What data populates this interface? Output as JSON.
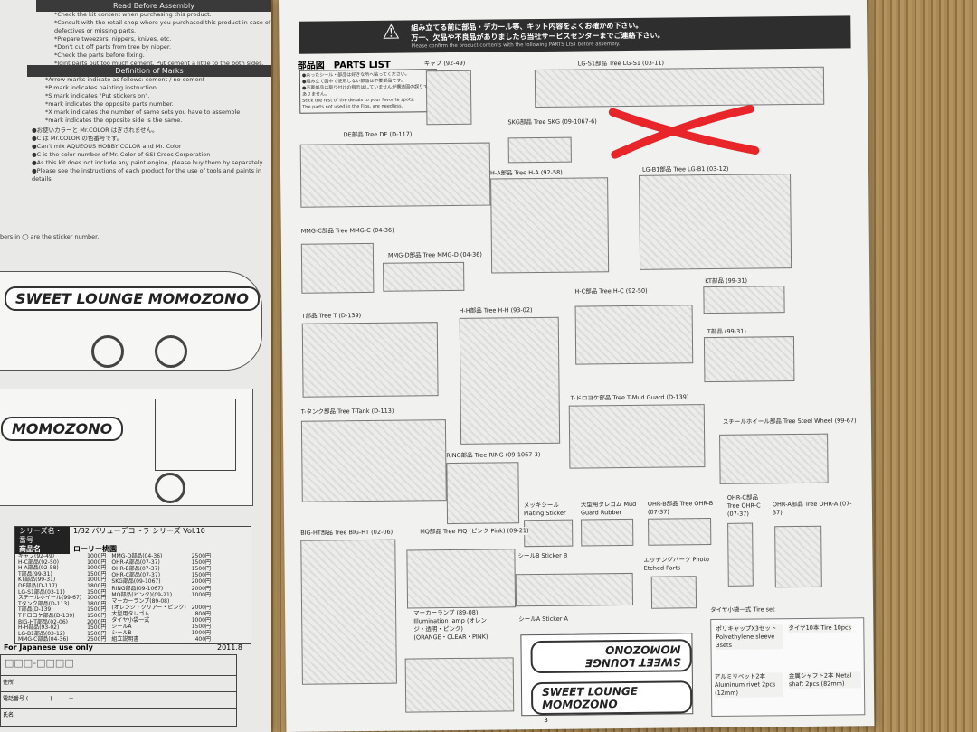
{
  "left_page": {
    "read_before": "Read Before Assembly",
    "read_lines": [
      "*Check the kit content when purchasing this product.",
      "*Consult with the retail shop where you purchased this product in case of defectives or missing parts.",
      "*Prepare tweezers, nippers, knives, etc.",
      "*Don't cut off parts from tree by nipper.",
      "*Check the parts before fixing.",
      "*Joint parts put too much cement. Put cement a little to the both sides."
    ],
    "definition": "Definition of Marks",
    "mark_lines": [
      "*Arrow marks indicate as follows: cement / no cement",
      "*P mark indicates painting instruction.",
      "*S mark indicates \"Put stickers on\".",
      "*mark indicates the opposite parts number.",
      "*X mark indicates the number of same sets you have to assemble",
      "*mark indicates the opposite side is the same."
    ],
    "color_lines": [
      "●お使いカラーと Mr.COLOR はぎざれません。",
      "●C は Mr.COLOR の色番号です。",
      "●Can't mix AQUEOUS HOBBY COLOR and Mr. Color",
      "●C is the color number of Mr. Color of GSI Creos Corporation",
      "●As this kit does not include any paint engine, please buy them by separately.",
      "●Please see the instructions of each product for the use of tools and paints in details."
    ],
    "sticker_note": "bers in ◯ are the sticker number.",
    "logo_text": "SWEET LOUNGE MOMOZONO",
    "logo_text2": "MOMOZONO",
    "series_label": "シリーズ名・番号",
    "series_value": "1/32 バリューデコトラ シリーズ Vol.10",
    "product_label": "商品名",
    "product_value": "ローリー桃園",
    "prices_left": [
      [
        "キャブ(92-49)",
        "1000円"
      ],
      [
        "H-C部品(92-50)",
        "1000円"
      ],
      [
        "H-A部品(92-58)",
        "1000円"
      ],
      [
        "T部品(99-31)",
        "1500円"
      ],
      [
        "KT部品(99-31)",
        "1000円"
      ],
      [
        "DE部品(D-117)",
        "1800円"
      ],
      [
        "LG-S1部品(03-11)",
        "1500円"
      ],
      [
        "スチールホイール(99-67)",
        "1000円"
      ],
      [
        "Tタンク部品(D-113)",
        "1800円"
      ],
      [
        "T部品(D-139)",
        "1500円"
      ],
      [
        "Tドロヨケ部品(D-139)",
        "1500円"
      ],
      [
        "BIG-HT部品(02-06)",
        "2000円"
      ],
      [
        "H-H部品(93-02)",
        "1500円"
      ],
      [
        "LG-B1部品(03-12)",
        "1500円"
      ],
      [
        "MMG-C部品(04-36)",
        "2500円"
      ]
    ],
    "prices_right": [
      [
        "MMG-D部品(04-36)",
        "2500円"
      ],
      [
        "OHR-A部品(07-37)",
        "1500円"
      ],
      [
        "OHR-B部品(07-37)",
        "1500円"
      ],
      [
        "OHR-C部品(07-37)",
        "1500円"
      ],
      [
        "SKG部品(09-1067)",
        "2000円"
      ],
      [
        "RING部品(09-1067)",
        "2000円"
      ],
      [
        "MQ部品(ピンク)(09-21)",
        "1000円"
      ],
      [
        "マーカーランプ(89-08)",
        ""
      ],
      [
        "(オレンジ・クリアー・ピンク)",
        "2000円"
      ],
      [
        "大型用タレゴム",
        "800円"
      ],
      [
        "タイヤ小袋一式",
        "1000円"
      ],
      [
        "シールA",
        "1500円"
      ],
      [
        "シールB",
        "1000円"
      ],
      [
        "組立説明書",
        "400円"
      ]
    ],
    "japan_only": "For Japanese use only",
    "date": "2011.8",
    "postal": "□□□-□□□□",
    "address": "住所",
    "phone": "電話番号 (　　　　)　　　－",
    "name": "氏名"
  },
  "right_page": {
    "warning_jp1": "組み立てる前に部品・デカール等、キット内容をよくお確かめ下さい。",
    "warning_jp2": "万一、欠品や不良品がありましたら当社サービスセンターまでご連絡下さい。",
    "warning_en": "Please confirm the product contents with the following PARTS LIST before assembly.",
    "title": "部品図　PARTS LIST",
    "notes": [
      "●余ったシール・部品は好きな所へ貼ってください。",
      "●組み立て図中で使用しない部品は不要部品です。",
      "●不要部品は取り付けの指示はしていませんが構造図の誤りではありません。",
      "Stick the rest of the decals to your favorite spots.",
      "The parts not used in the Figs. are needless."
    ],
    "parts": [
      {
        "label": "キャブ (92-49)"
      },
      {
        "label": "LG-S1部品 Tree LG-S1 (03-11)"
      },
      {
        "label": "SKG部品 Tree SKG (09-1067-6)"
      },
      {
        "label": "DE部品 Tree DE (D-117)"
      },
      {
        "label": "H-A部品 Tree H-A (92-58)"
      },
      {
        "label": "LG-B1部品 Tree LG-B1 (03-12)"
      },
      {
        "label": "MMG-C部品 Tree MMG-C (04-36)"
      },
      {
        "label": "MMG-D部品 Tree MMG-D (04-36)"
      },
      {
        "label": "KT部品 (99-31)"
      },
      {
        "label": "H-C部品 Tree H-C (92-50)"
      },
      {
        "label": "T部品 Tree T (D-139)"
      },
      {
        "label": "H-H部品 Tree H-H (93-02)"
      },
      {
        "label": "T部品 (99-31)"
      },
      {
        "label": "T-ドロヨケ部品 Tree T-Mud Guard (D-139)"
      },
      {
        "label": "T-タンク部品 Tree T-Tank (D-113)"
      },
      {
        "label": "スチールホイール部品 Tree Steel Wheel (99-67)"
      },
      {
        "label": "RING部品 Tree RING (09-1067-3)"
      },
      {
        "label": "メッキシール Plating Sticker"
      },
      {
        "label": "大型用タレゴム Mud Guard Rubber"
      },
      {
        "label": "OHR-B部品 Tree OHR-B (07-37)"
      },
      {
        "label": "OHR-C部品 Tree OHR-C (07-37)"
      },
      {
        "label": "OHR-A部品 Tree OHR-A (07-37)"
      },
      {
        "label": "BIG-HT部品 Tree BIG-HT (02-06)"
      },
      {
        "label": "MQ部品 Tree MQ (ピンク Pink) (09-21)"
      },
      {
        "label": "シールB Sticker B"
      },
      {
        "label": "エッチングパーツ Photo Etched Parts"
      },
      {
        "label": "マーカーランプ (89-08) Illumination lamp (オレンジ・透明・ピンク) (ORANGE・CLEAR・PINK)"
      },
      {
        "label": "シールA Sticker A"
      },
      {
        "label": "タイヤ小袋一式 Tire set"
      },
      {
        "label": "ポリキャップX3セット Polyethylene sleeve 3sets"
      },
      {
        "label": "タイヤ10本 Tire 10pcs"
      },
      {
        "label": "アルミリベット2本 Aluminum rivet 2pcs (12mm)"
      },
      {
        "label": "金属シャフト2本 Metal shaft 2pcs (82mm)"
      }
    ],
    "sticker_logo": "SWEET LOUNGE MOMOZONO",
    "page_number": "3",
    "cross_color": "#e8262a"
  }
}
